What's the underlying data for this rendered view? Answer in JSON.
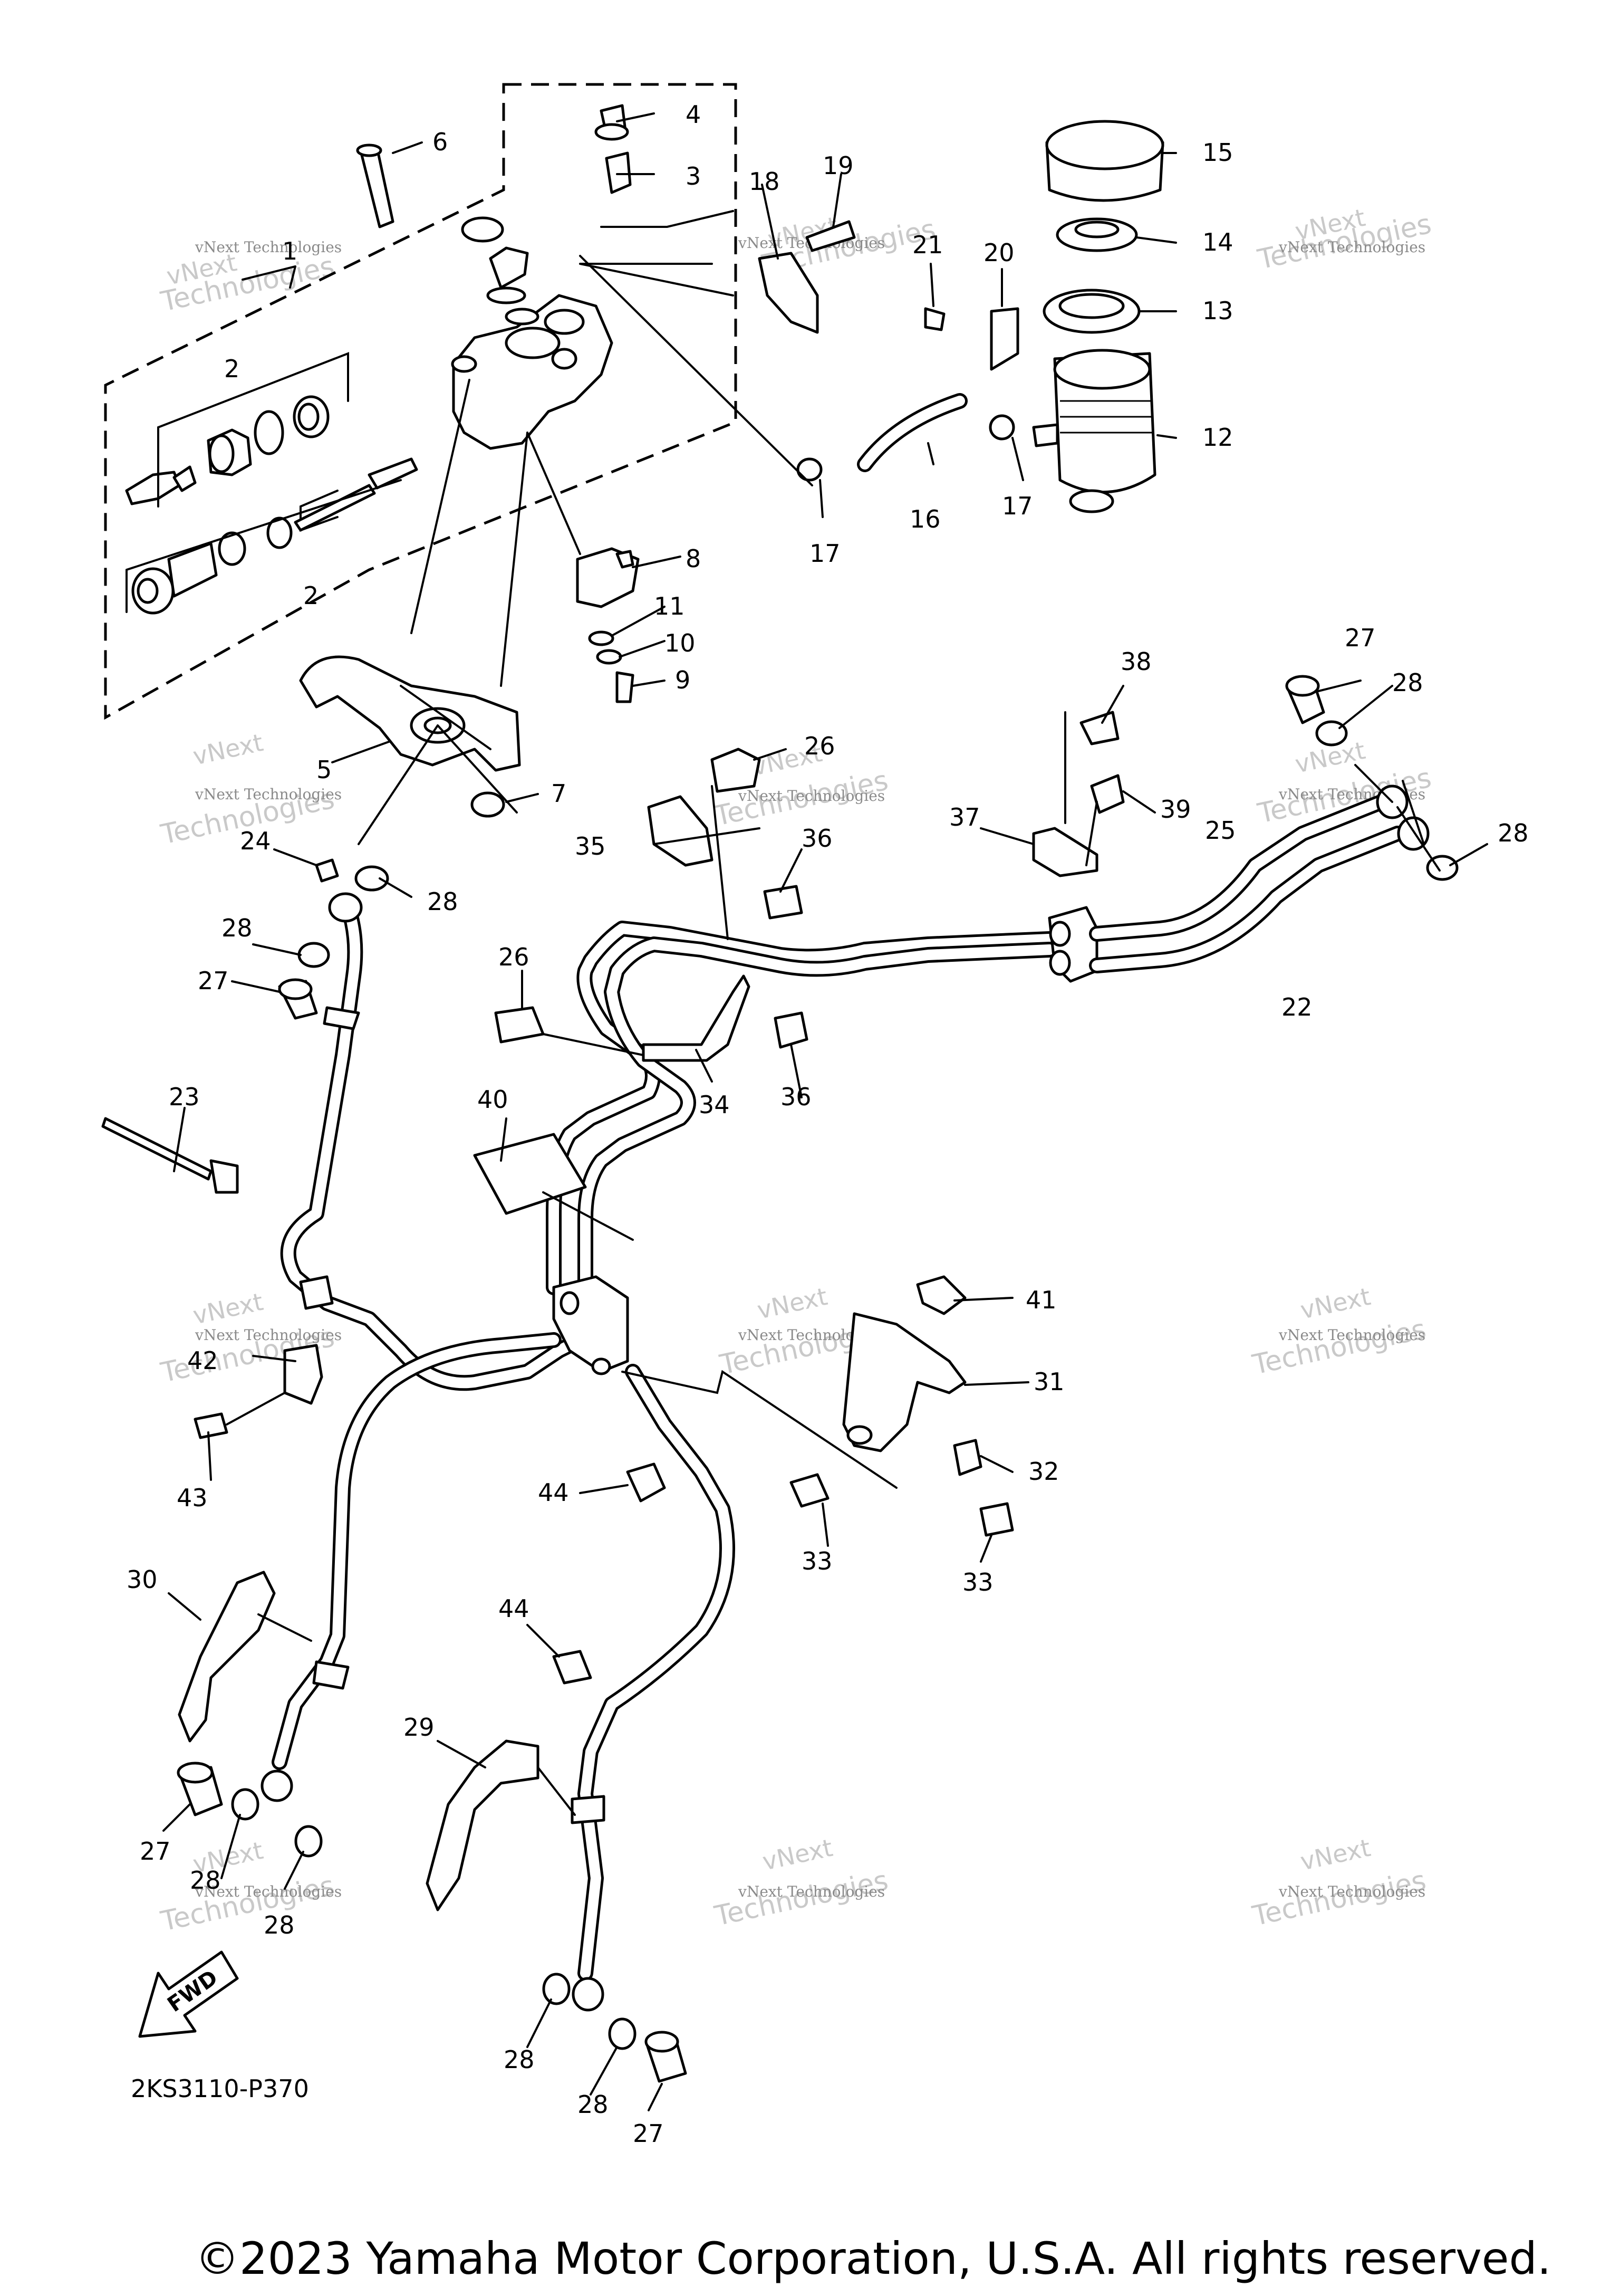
{
  "diagram": {
    "code": "2KS3110-P370",
    "copyright": "©2023 Yamaha Motor Corporation, U.S.A. All rights reserved.",
    "watermark_text": "vNext Technologies",
    "watermark_big": "vNext\nTechnologies",
    "fwd_label": "FWD",
    "callouts": {
      "c1": "1",
      "c2a": "2",
      "c2b": "2",
      "c3": "3",
      "c4": "4",
      "c5": "5",
      "c6": "6",
      "c7": "7",
      "c8": "8",
      "c9": "9",
      "c10": "10",
      "c11": "11",
      "c12": "12",
      "c13": "13",
      "c14": "14",
      "c15": "15",
      "c16": "16",
      "c17a": "17",
      "c17b": "17",
      "c18": "18",
      "c19": "19",
      "c20": "20",
      "c21": "21",
      "c22": "22",
      "c23": "23",
      "c24": "24",
      "c25": "25",
      "c26a": "26",
      "c26b": "26",
      "c27a": "27",
      "c27b": "27",
      "c27c": "27",
      "c27d": "27",
      "c28a": "28",
      "c28b": "28",
      "c28c": "28",
      "c28d": "28",
      "c28e": "28",
      "c28f": "28",
      "c28g": "28",
      "c28h": "28",
      "c29": "29",
      "c30": "30",
      "c31": "31",
      "c32": "32",
      "c33a": "33",
      "c33b": "33",
      "c34": "34",
      "c35": "35",
      "c36a": "36",
      "c36b": "36",
      "c37": "37",
      "c38": "38",
      "c39": "39",
      "c40": "40",
      "c41": "41",
      "c42": "42",
      "c43": "43",
      "c44a": "44",
      "c44b": "44"
    }
  }
}
